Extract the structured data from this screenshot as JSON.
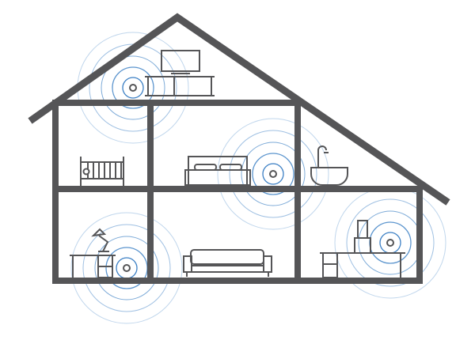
{
  "colors": {
    "wall": "#555557",
    "signal": "#3b7fc4",
    "background": "#ffffff"
  },
  "routers": [
    {
      "room": "attic",
      "icon": "wifi-router-icon"
    },
    {
      "room": "bedroom",
      "icon": "wifi-router-icon"
    },
    {
      "room": "study",
      "icon": "wifi-router-icon"
    },
    {
      "room": "kitchen",
      "icon": "wifi-router-icon"
    }
  ],
  "furniture": [
    "tv-icon",
    "crib-icon",
    "bed-icon",
    "bathtub-icon",
    "desk-lamp-icon",
    "sofa-icon",
    "kitchen-counter-icon"
  ]
}
